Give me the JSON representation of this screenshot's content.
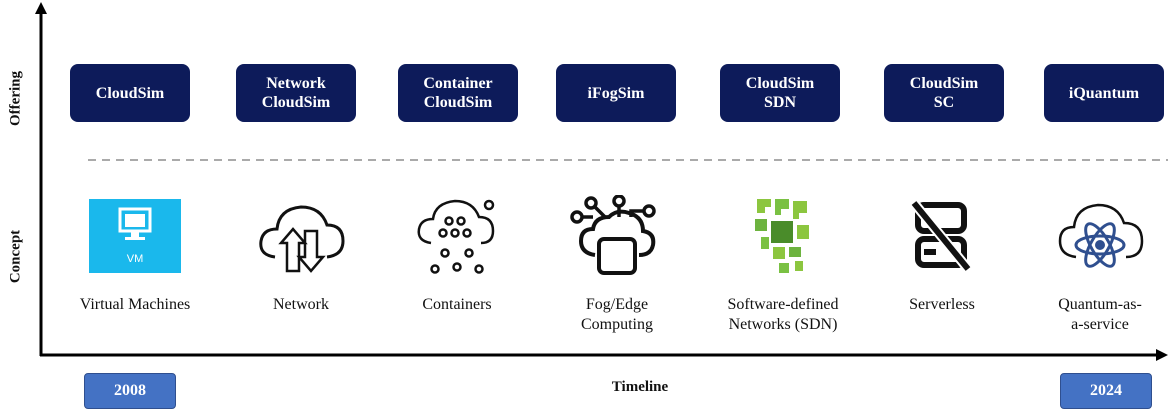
{
  "axes": {
    "y_top": "Offering",
    "y_bottom": "Concept",
    "x": "Timeline"
  },
  "offerings": [
    {
      "label": "CloudSim"
    },
    {
      "label": "Network\nCloudSim"
    },
    {
      "label": "Container\nCloudSim"
    },
    {
      "label": "iFogSim"
    },
    {
      "label": "CloudSim\nSDN"
    },
    {
      "label": "CloudSim\nSC"
    },
    {
      "label": "iQuantum"
    }
  ],
  "concepts": [
    {
      "label": "Virtual Machines",
      "icon": "vm-icon",
      "badge": "VM"
    },
    {
      "label": "Network",
      "icon": "cloud-network-icon"
    },
    {
      "label": "Containers",
      "icon": "cloud-containers-icon"
    },
    {
      "label": "Fog/Edge\nComputing",
      "icon": "fog-edge-icon"
    },
    {
      "label": "Software-defined\nNetworks (SDN)",
      "icon": "sdn-icon"
    },
    {
      "label": "Serverless",
      "icon": "serverless-icon"
    },
    {
      "label": "Quantum-as-\na-service",
      "icon": "quantum-cloud-icon"
    }
  ],
  "timeline": {
    "start": "2008",
    "end": "2024"
  },
  "colors": {
    "offering_box": "#0d1b5a",
    "year_box": "#4472c4",
    "vm_tile": "#1ab8ec",
    "sdn_green": "#7ac143",
    "divider": "#aaaaaa"
  }
}
